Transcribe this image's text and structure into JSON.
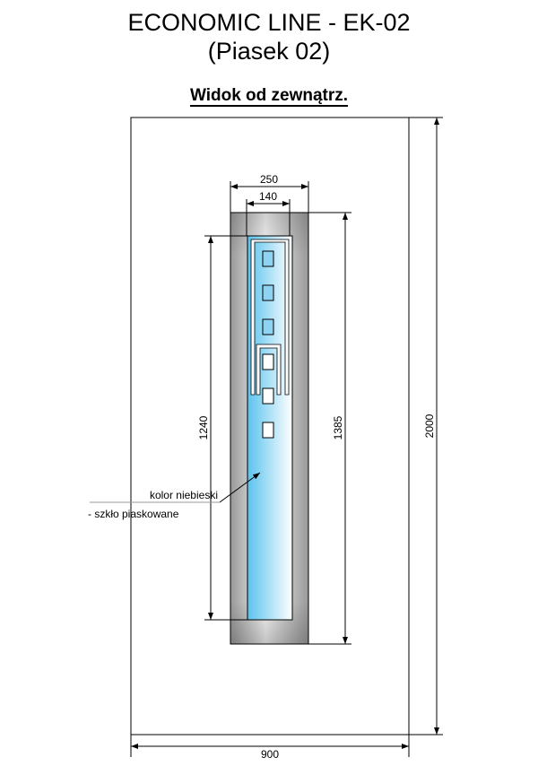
{
  "title": "ECONOMIC LINE - EK-02",
  "subtitle": "(Piasek 02)",
  "view_label": "Widok od zewnątrz.",
  "dimensions": {
    "door_width": "900",
    "door_height": "2000",
    "frame_width": "250",
    "glass_width": "140",
    "frame_height": "1385",
    "glass_height": "1240"
  },
  "annotation": {
    "line1": "kolor niebieski",
    "line2": "- szkło piaskowane"
  },
  "colors": {
    "glass": "#5bc3ee",
    "frame": "#a8a8a8"
  }
}
